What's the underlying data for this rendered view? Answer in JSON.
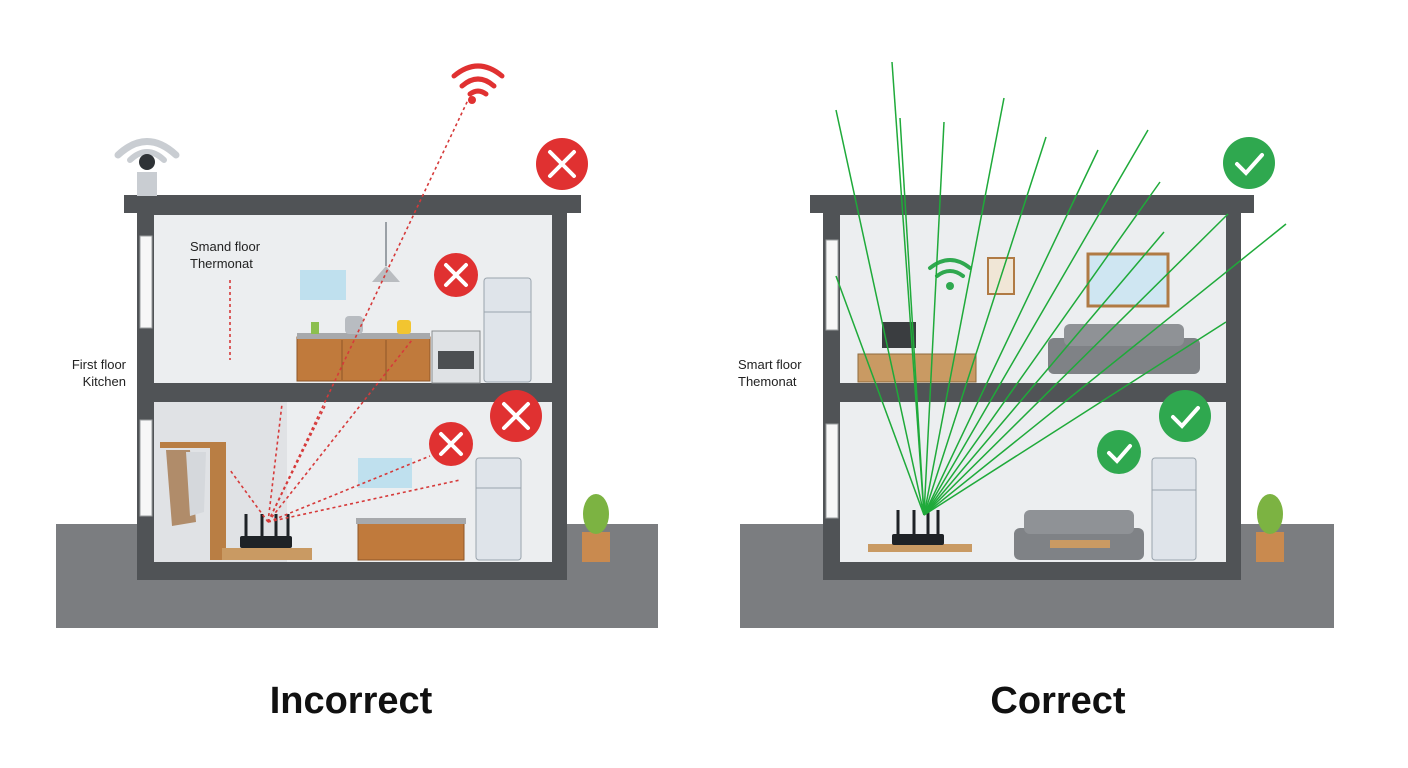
{
  "left_panel": {
    "caption": "Incorrect",
    "upper_label": [
      "Smand floor",
      "Thermonat"
    ],
    "side_label": [
      "First floor",
      "Kitchen"
    ]
  },
  "right_panel": {
    "caption": "Correct",
    "side_label": [
      "Smart floor",
      "Themonat"
    ]
  },
  "colors": {
    "bad": "#e03131",
    "good": "#2fa84f",
    "signal_bad": "#d63a3a",
    "signal_good": "#1faa3a",
    "wall": "#505356",
    "room": "#eceef0",
    "ground": "#7b7d80"
  },
  "icons": [
    "wifi-icon",
    "cross-icon",
    "check-icon",
    "router-icon",
    "plant-icon"
  ]
}
